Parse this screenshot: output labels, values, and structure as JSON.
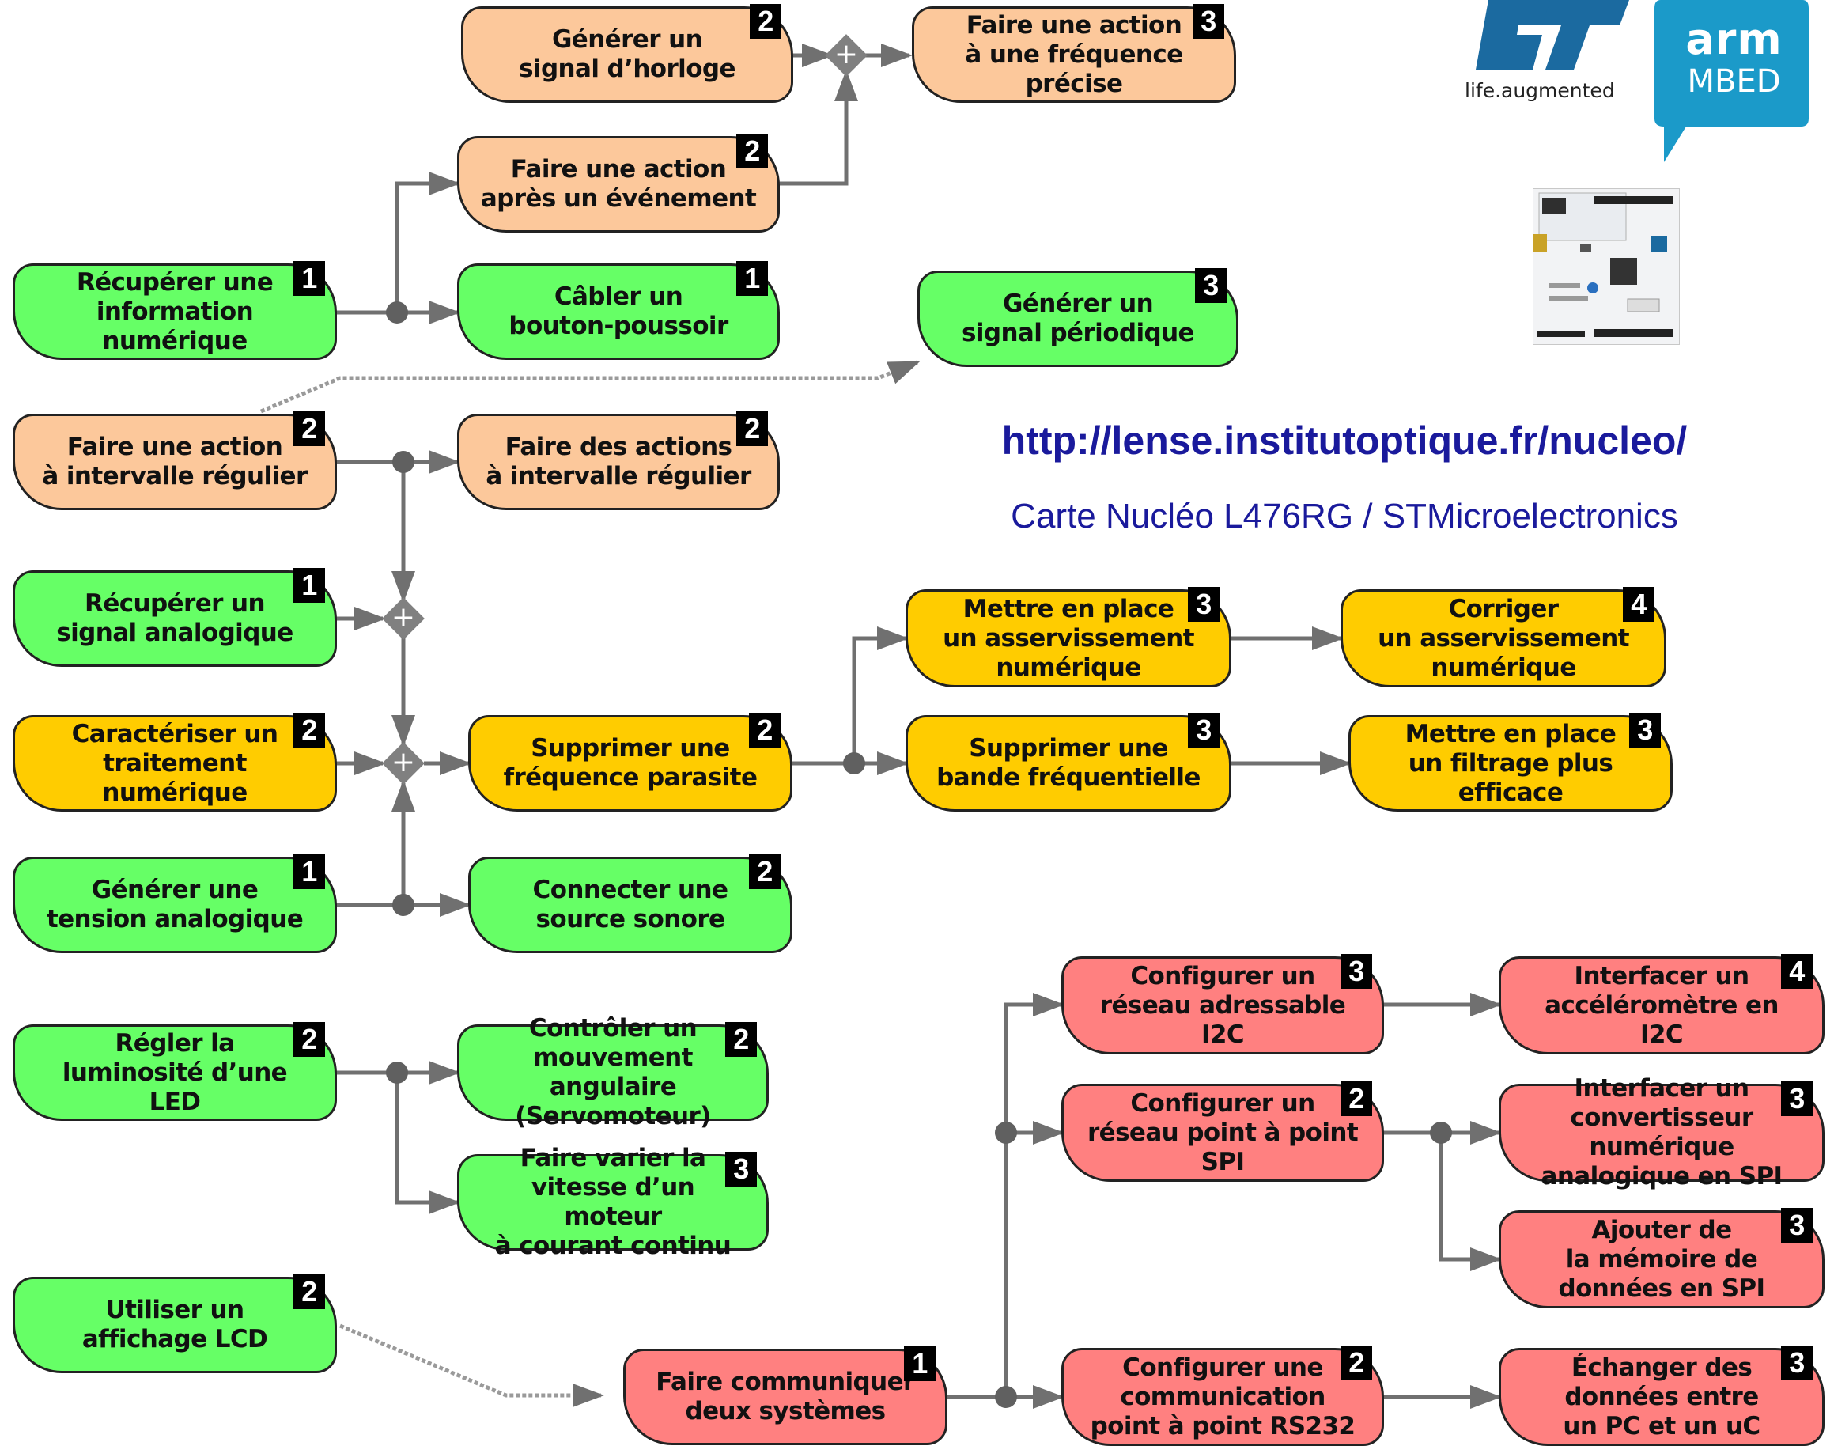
{
  "diagram": {
    "url": "http://lense.institutoptique.fr/nucleo/",
    "subtitle": "Carte Nucléo L476RG / STMicroelectronics",
    "logos": {
      "st_tagline": "life.augmented",
      "arm_word": "arm",
      "mbed_word": "MBED"
    },
    "colors": {
      "green": "#66ff66",
      "peach": "#fcc89b",
      "yellow": "#ffcc00",
      "red": "#ff8080",
      "link": "#1a1a9c",
      "connector": "#707070"
    },
    "nodes": [
      {
        "id": "n1",
        "label": "Générer un\nsignal d’horloge",
        "level": "2",
        "color": "peach"
      },
      {
        "id": "n2",
        "label": "Faire une action\nà une fréquence précise",
        "level": "3",
        "color": "peach"
      },
      {
        "id": "n3",
        "label": "Faire une action\naprès un événement",
        "level": "2",
        "color": "peach"
      },
      {
        "id": "n4",
        "label": "Récupérer une\ninformation numérique",
        "level": "1",
        "color": "green"
      },
      {
        "id": "n5",
        "label": "Câbler un\nbouton-poussoir",
        "level": "1",
        "color": "green"
      },
      {
        "id": "n6",
        "label": "Générer un\nsignal périodique",
        "level": "3",
        "color": "green"
      },
      {
        "id": "n7",
        "label": "Faire une action\nà intervalle régulier",
        "level": "2",
        "color": "peach"
      },
      {
        "id": "n8",
        "label": "Faire des actions\nà intervalle régulier",
        "level": "2",
        "color": "peach"
      },
      {
        "id": "n9",
        "label": "Récupérer un\nsignal analogique",
        "level": "1",
        "color": "green"
      },
      {
        "id": "n10",
        "label": "Caractériser un\ntraitement numérique",
        "level": "2",
        "color": "yellow"
      },
      {
        "id": "n11",
        "label": "Supprimer une\nfréquence parasite",
        "level": "2",
        "color": "yellow"
      },
      {
        "id": "n12",
        "label": "Mettre en place\nun asservissement\nnumérique",
        "level": "3",
        "color": "yellow"
      },
      {
        "id": "n13",
        "label": "Corriger\nun asservissement\nnumérique",
        "level": "4",
        "color": "yellow"
      },
      {
        "id": "n14",
        "label": "Supprimer une\nbande fréquentielle",
        "level": "3",
        "color": "yellow"
      },
      {
        "id": "n15",
        "label": "Mettre en place\nun filtrage plus\nefficace",
        "level": "3",
        "color": "yellow"
      },
      {
        "id": "n16",
        "label": "Générer une\ntension analogique",
        "level": "1",
        "color": "green"
      },
      {
        "id": "n17",
        "label": "Connecter une\nsource sonore",
        "level": "2",
        "color": "green"
      },
      {
        "id": "n18",
        "label": "Régler la\nluminosité d’une LED",
        "level": "2",
        "color": "green"
      },
      {
        "id": "n19",
        "label": "Contrôler un\nmouvement angulaire\n(Servomoteur)",
        "level": "2",
        "color": "green"
      },
      {
        "id": "n20",
        "label": "Faire varier la\nvitesse d’un moteur\nà courant continu",
        "level": "3",
        "color": "green"
      },
      {
        "id": "n21",
        "label": "Utiliser un\naffichage LCD",
        "level": "2",
        "color": "green"
      },
      {
        "id": "n22",
        "label": "Faire communiquer\ndeux systèmes",
        "level": "1",
        "color": "red"
      },
      {
        "id": "n23",
        "label": "Configurer un\nréseau adressable\nI2C",
        "level": "3",
        "color": "red"
      },
      {
        "id": "n24",
        "label": "Interfacer un\naccéléromètre en I2C",
        "level": "4",
        "color": "red"
      },
      {
        "id": "n25",
        "label": "Configurer un\nréseau point à point\nSPI",
        "level": "2",
        "color": "red"
      },
      {
        "id": "n26",
        "label": "Interfacer un\nconvertisseur numérique\nanalogique en SPI",
        "level": "3",
        "color": "red"
      },
      {
        "id": "n27",
        "label": "Ajouter de\nla mémoire de\ndonnées en SPI",
        "level": "3",
        "color": "red"
      },
      {
        "id": "n28",
        "label": "Configurer une\ncommunication\npoint à point RS232",
        "level": "2",
        "color": "red"
      },
      {
        "id": "n29",
        "label": "Échanger des\ndonnées entre\nun PC et un uC",
        "level": "3",
        "color": "red"
      }
    ]
  }
}
